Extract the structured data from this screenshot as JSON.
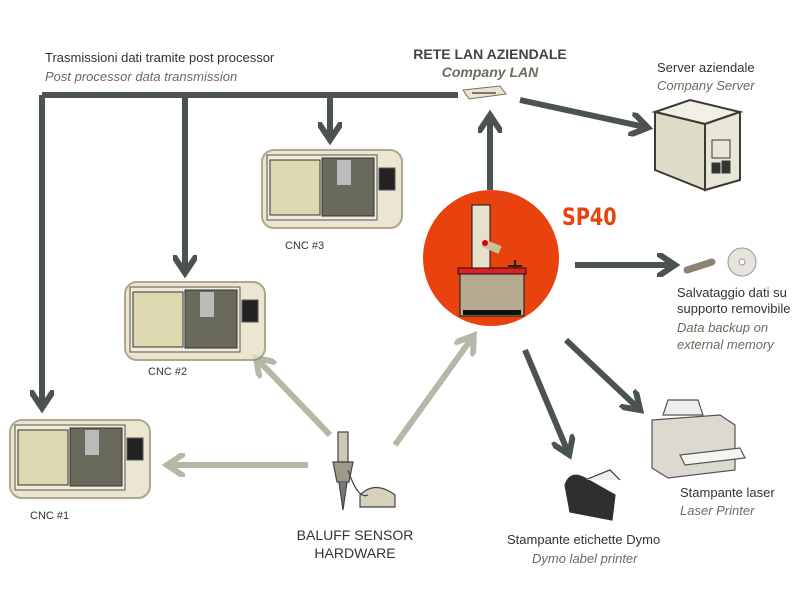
{
  "post_processor": {
    "it": "Trasmissioni dati tramite post processor",
    "en": "Post processor data transmission"
  },
  "lan": {
    "it": "RETE LAN AZIENDALE",
    "en": "Company LAN"
  },
  "server": {
    "it": "Server aziendale",
    "en": "Company Server"
  },
  "sp40": {
    "label": "SP40"
  },
  "backup": {
    "it_1": "Salvataggio dati su",
    "it_2": "supporto removibile",
    "en_1": "Data backup on",
    "en_2": "external memory"
  },
  "laser": {
    "it": "Stampante laser",
    "en": "Laser Printer"
  },
  "dymo": {
    "it": "Stampante etichette Dymo",
    "en": "Dymo label printer"
  },
  "baluff": {
    "line1": "BALUFF SENSOR",
    "line2": "HARDWARE"
  },
  "cnc": [
    "CNC #1",
    "CNC #2",
    "CNC #3"
  ],
  "colors": {
    "dark_arrow": "#4a534d",
    "light_arrow": "#b4b8a6",
    "accent": "#e8430f"
  }
}
